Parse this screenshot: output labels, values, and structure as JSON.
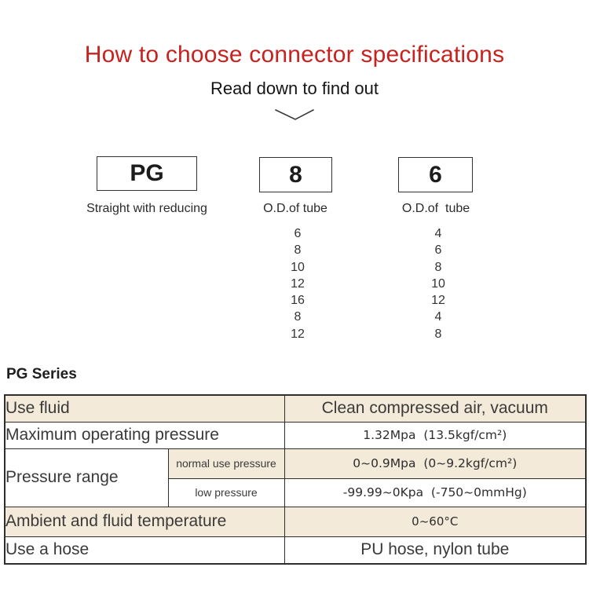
{
  "header": {
    "title": "How to choose connector specifications",
    "subtitle": "Read down to find out"
  },
  "icons": {
    "chevron_down": "chevron-down-icon"
  },
  "code_breakdown": {
    "segments": [
      {
        "code": "PG",
        "label": "Straight with reducing",
        "values": []
      },
      {
        "code": "8",
        "label": "O.D.of tube",
        "values": [
          "6",
          "8",
          "10",
          "12",
          "16",
          "8",
          "12"
        ]
      },
      {
        "code": "6",
        "label": "O.D.of  tube",
        "values": [
          "4",
          "6",
          "8",
          "10",
          "12",
          "4",
          "8"
        ]
      }
    ]
  },
  "series_section": {
    "heading": "PG Series",
    "table": {
      "rows": [
        {
          "label": "Use fluid",
          "value": "Clean compressed air, vacuum"
        },
        {
          "label": "Maximum operating pressure",
          "value": "1.32Mpa  (13.5kgf/cm²)"
        },
        {
          "label": "Pressure range",
          "sub_rows": [
            {
              "sub_label": "normal use pressure",
              "value": "0~0.9Mpa  (0~9.2kgf/cm²)"
            },
            {
              "sub_label": "low pressure",
              "value": "-99.99~0Kpa  (-750~0mmHg)"
            }
          ]
        },
        {
          "label": "Ambient and fluid temperature",
          "value": "0~60°C"
        },
        {
          "label": "Use a hose",
          "value": "PU hose, nylon tube"
        }
      ]
    }
  },
  "colors": {
    "accent_red": "#c8221f",
    "row_beige": "#f3ead9",
    "table_border": "#2e2e2e"
  }
}
